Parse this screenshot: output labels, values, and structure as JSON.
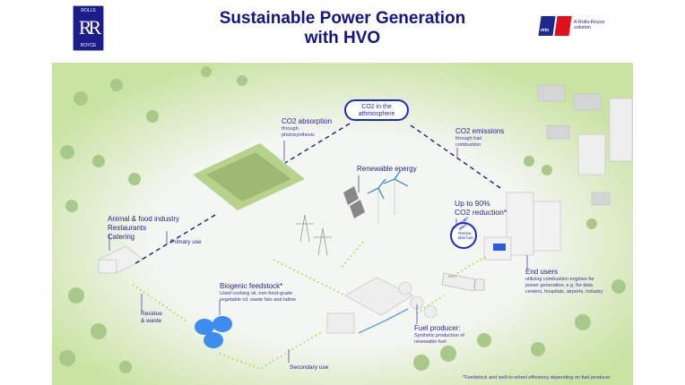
{
  "header": {
    "title_line1": "Sustainable Power Generation",
    "title_line2": "with HVO",
    "rr_logo": {
      "top": "ROLLS",
      "middle": "RR",
      "bottom": "ROYCE"
    },
    "mtu_logo": {
      "mark": "mtu",
      "tagline": "A Rolls-Royce solution"
    }
  },
  "diagram": {
    "cloud": "CO2 in the athmosphere",
    "co2_absorption": {
      "title": "CO2 absorption",
      "sub": "through photosynthesis"
    },
    "co2_emissions": {
      "title": "CO2 emissions",
      "sub": "through fuel combustion"
    },
    "renewable_energy": "Renewable energy",
    "reduction": {
      "line1": "Up to 90%",
      "line2": "CO2 reduction*"
    },
    "badge": {
      "arc": "WAY TO NET ZERO",
      "text": "Renew-able fuel"
    },
    "animal": {
      "line1": "Animal & food industry",
      "line2": "Restaurants",
      "line3": "Catering"
    },
    "primary_use": "Primary use",
    "residue": {
      "line1": "Residue",
      "line2": "& waste"
    },
    "biogenic": {
      "title": "Biogenic feedstock*",
      "sub": "Used cooking oil, non-food-grade vegetable oil, waste fats and tallow"
    },
    "secondary_use": "Secondary use",
    "fuel_producer": {
      "title": "Fuel producer:",
      "sub": "Synthetic production of renewable fuel"
    },
    "end_users": {
      "title": "End users",
      "sub": "utilizing combustion engines for power generation, e.g. for data centers, hospitals, airports, industry"
    },
    "truck_label": "HVO",
    "footnote": "*Feedstock and well-to-wheel efficiency depending on fuel producer"
  },
  "colors": {
    "navy": "#1c1c8c",
    "blue": "#1b2bd0",
    "lime": "#a8d22a",
    "green": "#cfe6a8"
  }
}
